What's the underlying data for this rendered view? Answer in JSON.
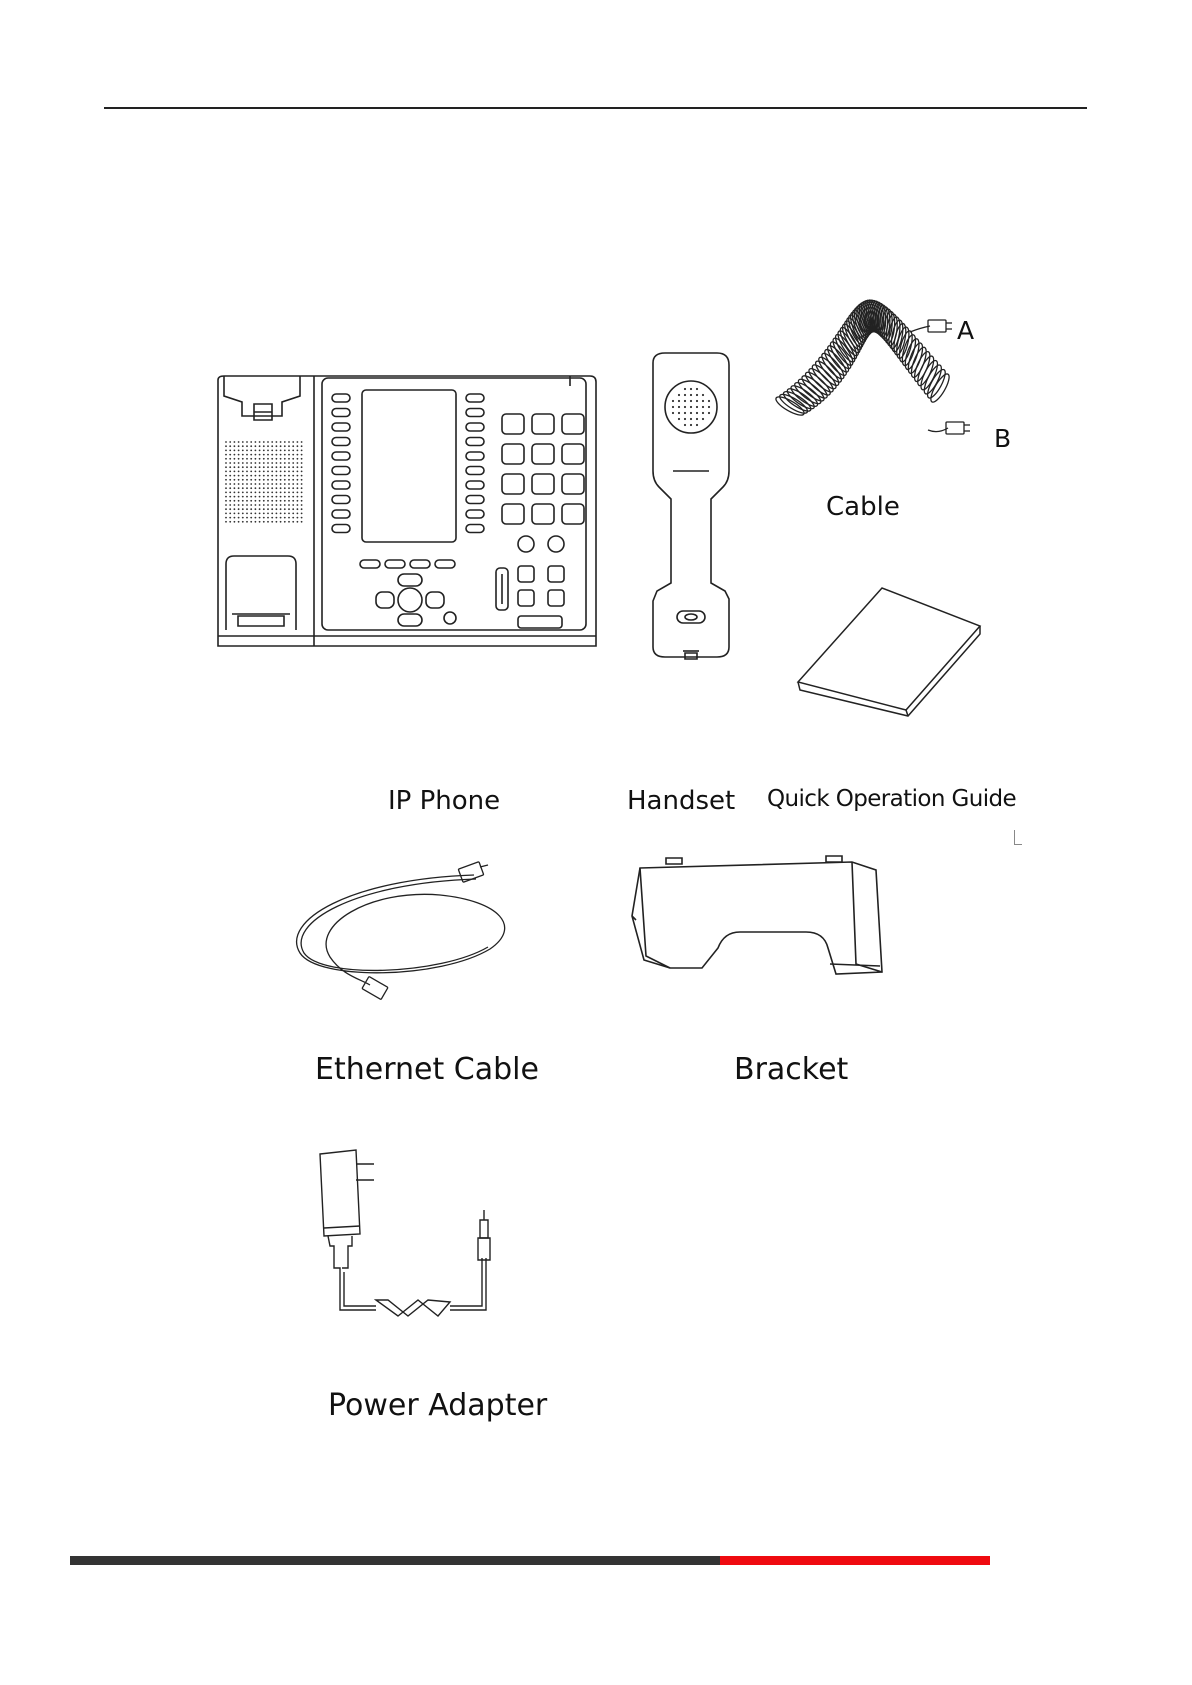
{
  "items": {
    "ip_phone": "IP Phone",
    "handset": "Handset",
    "quick_guide": "Quick Operation Guide",
    "cable": "Cable",
    "cable_end_a": "A",
    "cable_end_b": "B",
    "ethernet_cable": "Ethernet Cable",
    "bracket": "Bracket",
    "power_adapter": "Power Adapter"
  },
  "colors": {
    "footer_dark": "#333333",
    "footer_red": "#ef0a10",
    "line_art": "#222222"
  },
  "icons": [
    "ip-phone-icon",
    "handset-icon",
    "coiled-cable-icon",
    "guide-booklet-icon",
    "ethernet-cable-icon",
    "bracket-icon",
    "power-adapter-icon"
  ]
}
